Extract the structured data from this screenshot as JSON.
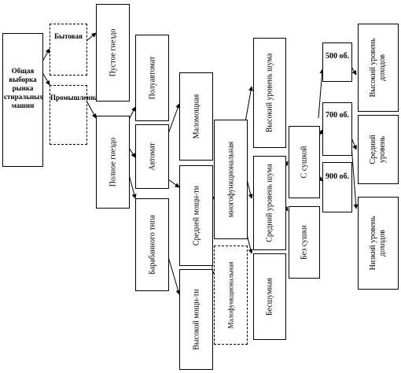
{
  "nodes": {
    "root": "Общая выборка рынка стиральных машин",
    "household": "Бытовая",
    "industrial": "Промышленная",
    "empty_nest": "Пустое гнездо",
    "full_nest": "Полное гнездо",
    "semi_auto": "Полуавтомат",
    "automatic": "Автомат",
    "drum": "Барабанного типа",
    "low_power": "Маломощная",
    "mid_power": "Средней мощн-ти",
    "high_power": "Высокой мощн-ти",
    "multifunctional": "многофункциональная",
    "low_function": "Малофункциональная",
    "high_noise": "Высокий уровень шума",
    "mid_noise": "Средний уровень шума",
    "noiseless": "Бесшумная",
    "with_dryer": "С сушкой",
    "without_dryer": "Без сушки",
    "rpm_500": "500 об.",
    "rpm_700": "700 об.",
    "rpm_900": "900 об.",
    "high_income": "Высокий уровень доходов",
    "mid_income": "Средний уровень",
    "low_income": "Низкий уровень доходов"
  }
}
